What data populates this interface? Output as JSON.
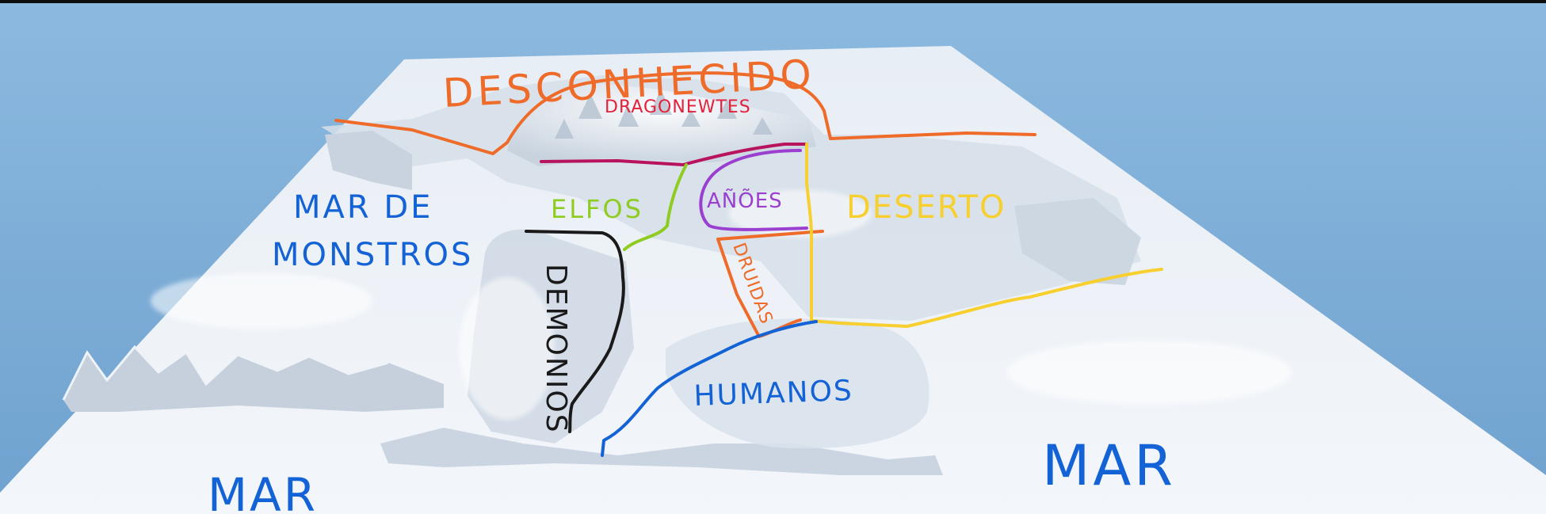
{
  "map": {
    "colors": {
      "sky_top": "#8cb9df",
      "sky_bottom": "#6fa2cf",
      "terrain": "#dfe7ef",
      "terrain_shadow": "#b9c5d3",
      "orange": "#ee6b2a",
      "red": "#e3213b",
      "magenta": "#b8135f",
      "green": "#8fcc22",
      "purple": "#9a3fd0",
      "yellow": "#f7cf2e",
      "blue": "#1463d6",
      "black": "#1a1a1a"
    },
    "labels": {
      "unknown": "DESCONHECIDO",
      "dragonewtes": "DRAGONEWTES",
      "sea_of_monsters_line1": "MAR DE",
      "sea_of_monsters_line2": "MONSTROS",
      "elves": "ELFOS",
      "dwarves": "AÑÕES",
      "desert": "DESERTO",
      "druids": "DRUIDAS",
      "demons": "DEMONIOS",
      "humans": "HUMANOS",
      "sea_left": "MAR",
      "sea_right": "MAR"
    }
  }
}
